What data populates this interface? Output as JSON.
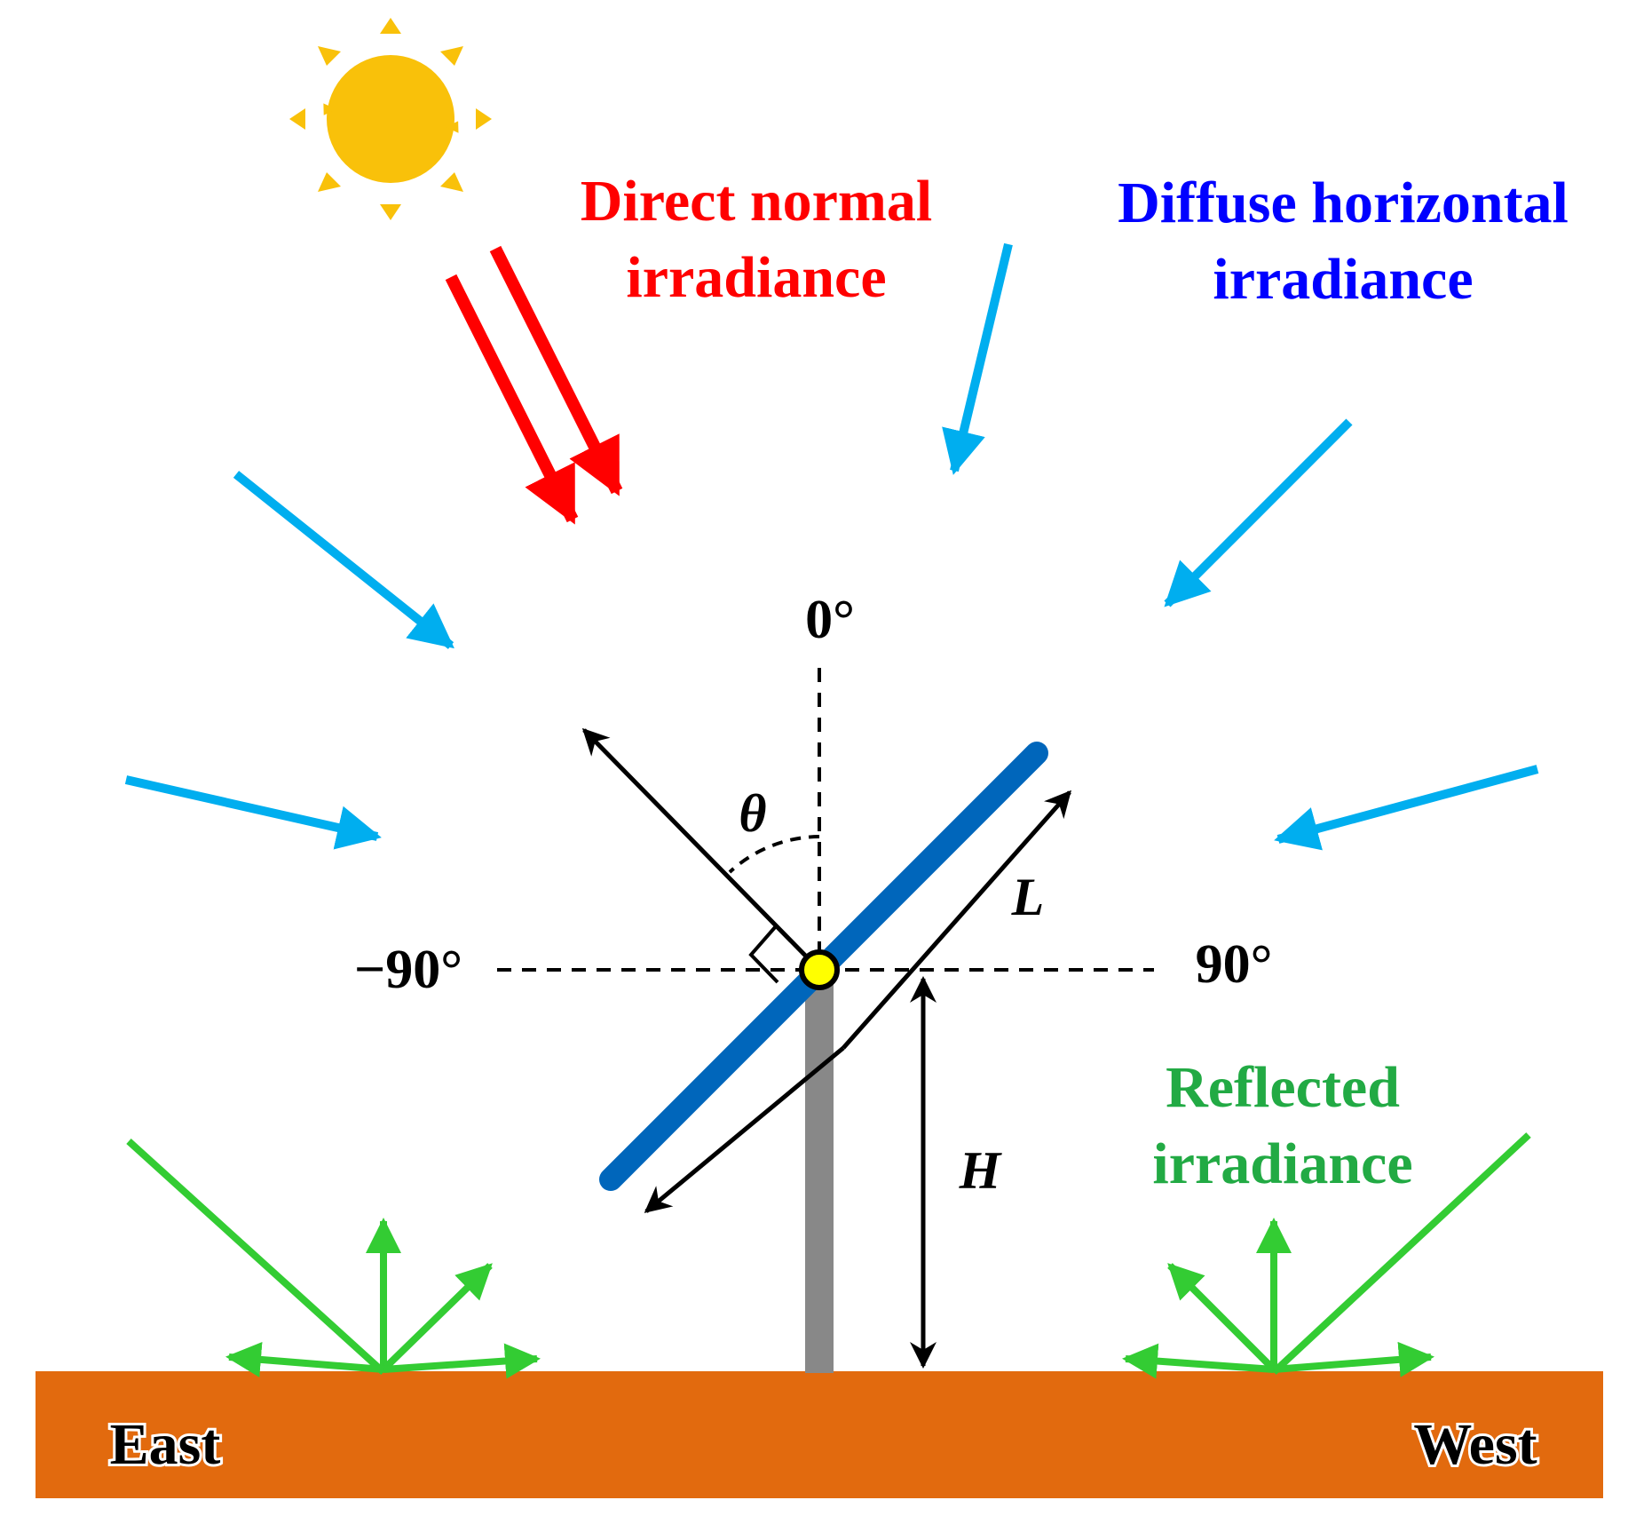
{
  "labels": {
    "direct_line1": "Direct normal",
    "direct_line2": "irradiance",
    "diffuse_line1": "Diffuse horizontal",
    "diffuse_line2": "irradiance",
    "reflected_line1": "Reflected",
    "reflected_line2": "irradiance",
    "angle_zero": "0°",
    "angle_neg90": "−90°",
    "angle_pos90": "90°",
    "theta": "θ",
    "length": "L",
    "height": "H",
    "east": "East",
    "west": "West"
  },
  "colors": {
    "direct": "#ff0000",
    "diffuse_arrow": "#00aeef",
    "diffuse_text": "#0000ff",
    "reflected": "#33cc33",
    "reflected_text": "#22aa44",
    "panel": "#0066bb",
    "post": "#888888",
    "ground": "#e26a0e",
    "sun": "#f9c10a",
    "pivot": "#ffff00"
  },
  "icons": {
    "sun": "sun-icon",
    "pivot": "pivot-point-icon"
  }
}
